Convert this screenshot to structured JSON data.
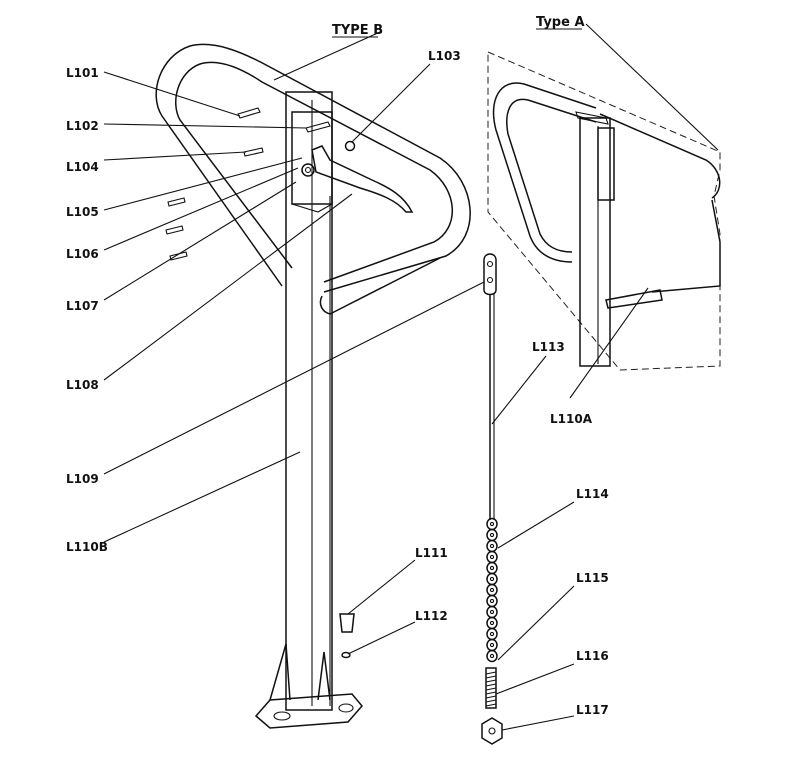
{
  "titles": {
    "type_b": "TYPE B",
    "type_a": "Type A"
  },
  "labels": {
    "L101": "L101",
    "L102": "L102",
    "L103": "L103",
    "L104": "L104",
    "L105": "L105",
    "L106": "L106",
    "L107": "L107",
    "L108": "L108",
    "L109": "L109",
    "L110A": "L110A",
    "L110B": "L110B",
    "L111": "L111",
    "L112": "L112",
    "L113": "L113",
    "L114": "L114",
    "L115": "L115",
    "L116": "L116",
    "L117": "L117"
  }
}
